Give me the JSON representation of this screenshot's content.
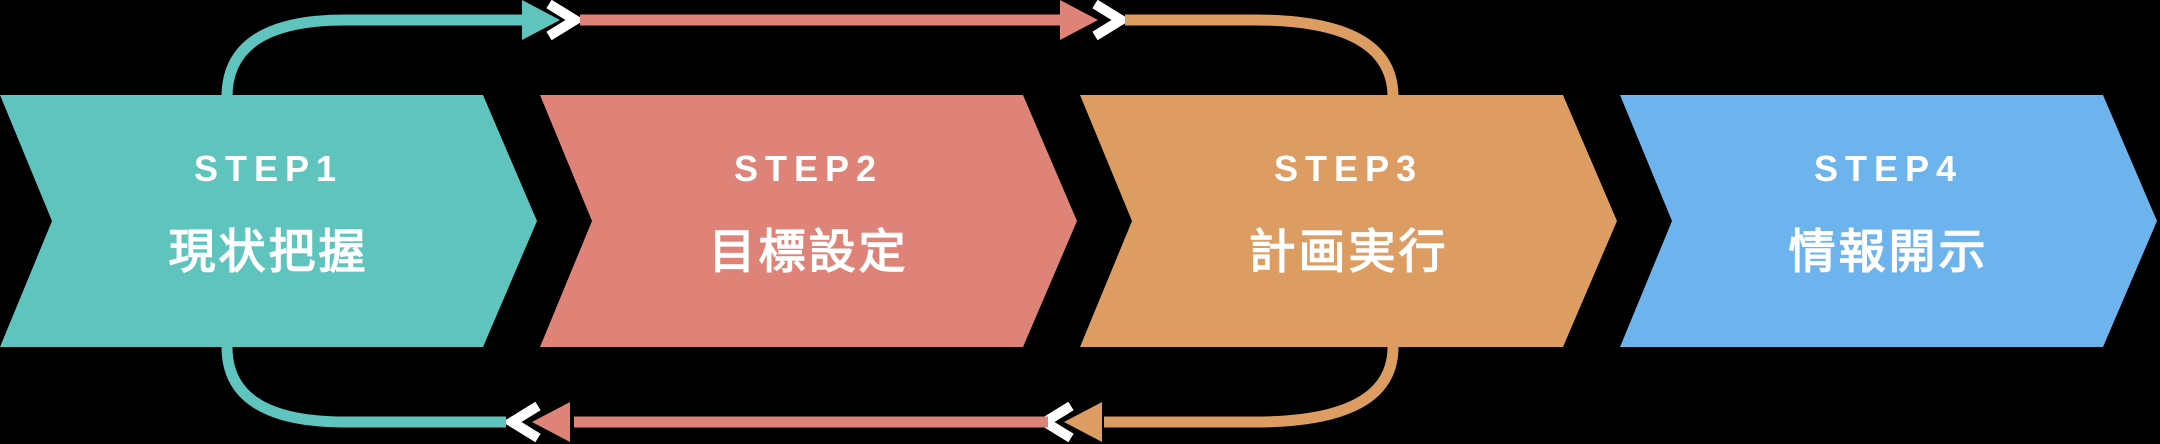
{
  "background_color": "#000000",
  "text_color": "#FFFFFF",
  "steps": [
    {
      "label": "STEP1",
      "title": "現状把握",
      "color": "#5FC4BD"
    },
    {
      "label": "STEP2",
      "title": "目標設定",
      "color": "#DF8378"
    },
    {
      "label": "STEP3",
      "title": "計画実行",
      "color": "#DD9C61"
    },
    {
      "label": "STEP4",
      "title": "情報開示",
      "color": "#6DB4EF"
    }
  ],
  "arrows": {
    "mark_color": "#FFFFFF",
    "top_loop": "step1-to-step3-forward",
    "bottom_loop": "step3-to-step1-backward"
  }
}
